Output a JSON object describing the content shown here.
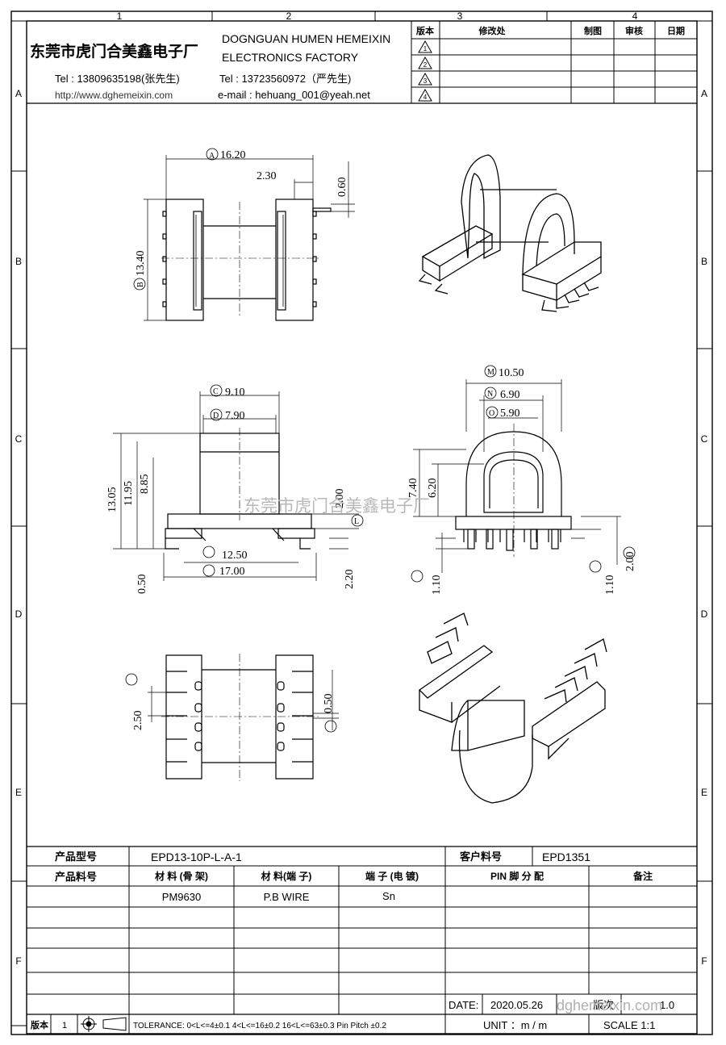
{
  "grid": {
    "columns": [
      "1",
      "2",
      "3",
      "4"
    ],
    "rows": [
      "A",
      "B",
      "C",
      "D",
      "E",
      "F"
    ]
  },
  "header": {
    "company_cn": "东莞市虎门合美鑫电子厂",
    "company_en_line1": "DOGNGUAN HUMEN HEMEIXIN",
    "company_en_line2": "ELECTRONICS FACTORY",
    "tel1": "Tel : 13809635198(张先生)",
    "tel2": "Tel : 13723560972（严先生)",
    "website": "http://www.dghemeixin.com",
    "email": "e-mail : hehuang_001@yeah.net"
  },
  "revision_table": {
    "headers": [
      "版本",
      "修改处",
      "制图",
      "审核",
      "日期"
    ],
    "rows": [
      "1",
      "2",
      "3",
      "4"
    ]
  },
  "dimensions": {
    "top_view": {
      "A": "16.20",
      "side": "2.30",
      "pin": "0.60",
      "B": "13.40"
    },
    "front_view": {
      "C": "9.10",
      "D": "7.90",
      "G": "13.05",
      "F": "11.95",
      "E": "8.85",
      "flange": "2.00",
      "I": "12.50",
      "J": "17.00",
      "H": "0.50",
      "K": "2.20",
      "letter_L": "L"
    },
    "side_view": {
      "M": "10.50",
      "N": "6.90",
      "O": "5.90",
      "P": "7.40",
      "Q": "6.20",
      "R": "1.10",
      "S": "1.10",
      "T": "2.00"
    },
    "bottom_view": {
      "U": "2.50",
      "V": "0.50"
    }
  },
  "watermark": "东莞市虎门合美鑫电子厂",
  "title_block": {
    "product_model_label": "产品型号",
    "product_model": "EPD13-10P-L-A-1",
    "customer_pn_label": "客户料号",
    "customer_pn": "EPD1351",
    "product_pn_label": "产品料号",
    "material_bobbin_label": "材 料 (骨 架)",
    "material_pin_label": "材 料(端 子)",
    "pin_plating_label": "端 子 (电 镀)",
    "pin_assign_label": "PIN 脚 分 配",
    "remark_label": "备注",
    "material_bobbin": "PM9630",
    "material_pin": "P.B WIRE",
    "pin_plating": "Sn",
    "date_label": "DATE:",
    "date": "2020.05.26",
    "version_label": "版次",
    "version": "1.0",
    "revision_label": "版本",
    "revision": "1",
    "tolerance": "TOLERANCE:  0<L<=4±0.1  4<L<=16±0.2  16<L<=63±0.3  Pin Pitch  ±0.2",
    "unit": "UNIT ：m / m",
    "scale": "SCALE   1:1",
    "footer_watermark": "dghemeixin.com"
  }
}
